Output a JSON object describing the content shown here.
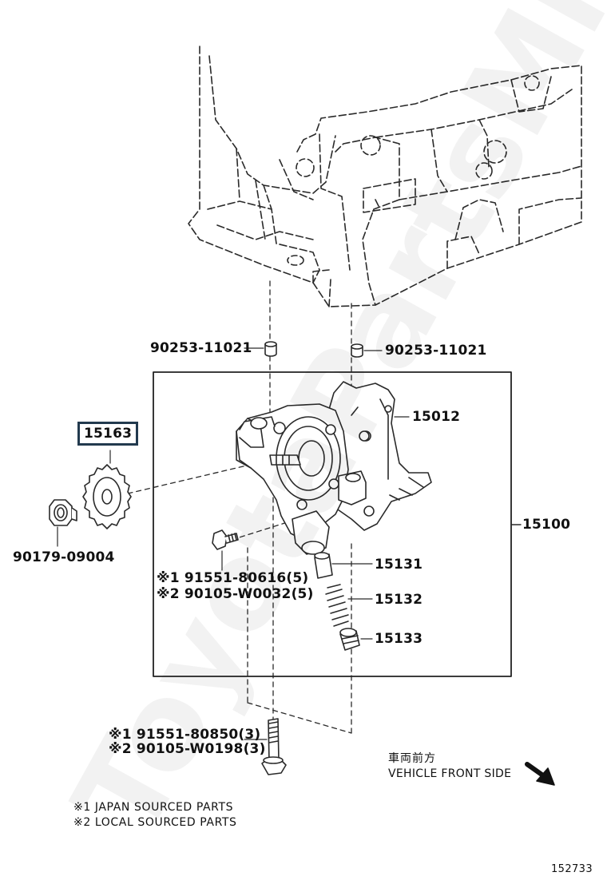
{
  "watermark": "ToyotaPartsMiners",
  "parts": {
    "collar_left": "90253-11021",
    "collar_right": "90253-11021",
    "sprocket": "15163",
    "pump_cover": "15012",
    "nut": "90179-09004",
    "assembly": "15100",
    "valve": "15131",
    "spring": "15132",
    "plug": "15133",
    "bolt_small_1": "※1 91551-80616(5)",
    "bolt_small_2": "※2 90105-W0032(5)",
    "bolt_long_1": "※1 91551-80850(3)",
    "bolt_long_2": "※2 90105-W0198(3)"
  },
  "front_side": {
    "jp": "車両前方",
    "en": "VEHICLE FRONT SIDE"
  },
  "notes": {
    "note1": "※1 JAPAN SOURCED PARTS",
    "note2": "※2 LOCAL SOURCED PARTS"
  },
  "diagram_id": "152733"
}
